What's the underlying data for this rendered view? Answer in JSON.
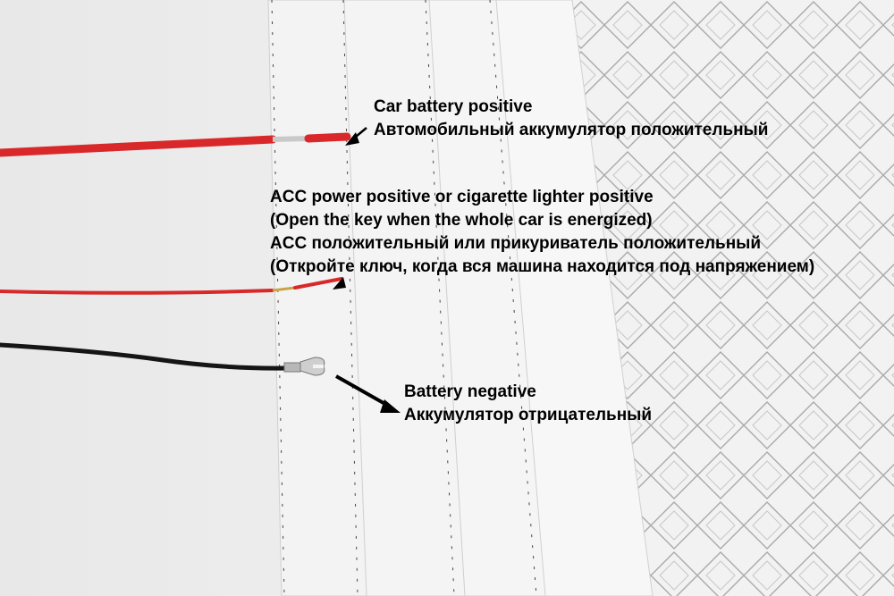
{
  "labels": {
    "battery_positive": {
      "line1": "Car battery positive",
      "line2": "Автомобильный аккумулятор положительный"
    },
    "acc_positive": {
      "line1": "ACC power positive or cigarette lighter positive",
      "line2": "(Open the key when the whole car is energized)",
      "line3": "ACC положительный или прикуриватель положительный",
      "line4": "(Откройте ключ, когда вся машина находится под напряжением)"
    },
    "battery_negative": {
      "line1": "Battery negative",
      "line2": "Аккумулятор отрицательный"
    }
  },
  "colors": {
    "background": "#ededed",
    "paper": "#f7f7f7",
    "red_wire": "#d8282a",
    "black_wire": "#151515",
    "mesh_pattern": "#8a8a8a",
    "text": "#000000"
  }
}
